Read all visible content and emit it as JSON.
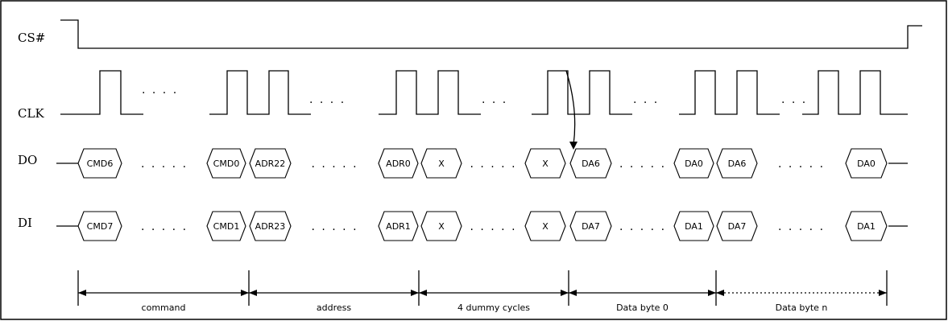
{
  "signals": {
    "cs": "CS#",
    "clk": "CLK",
    "do": "DO",
    "di": "DI"
  },
  "do_cells": [
    "CMD6",
    "CMD0",
    "ADR22",
    "ADR0",
    "X",
    "X",
    "DA6",
    "DA0",
    "DA6",
    "DA0"
  ],
  "di_cells": [
    "CMD7",
    "CMD1",
    "ADR23",
    "ADR1",
    "X",
    "X",
    "DA7",
    "DA1",
    "DA7",
    "DA1"
  ],
  "phases": [
    "command",
    "address",
    "4 dummy cycles",
    "Data byte 0",
    "Data byte n"
  ],
  "ellipsis": ". . . . ."
}
